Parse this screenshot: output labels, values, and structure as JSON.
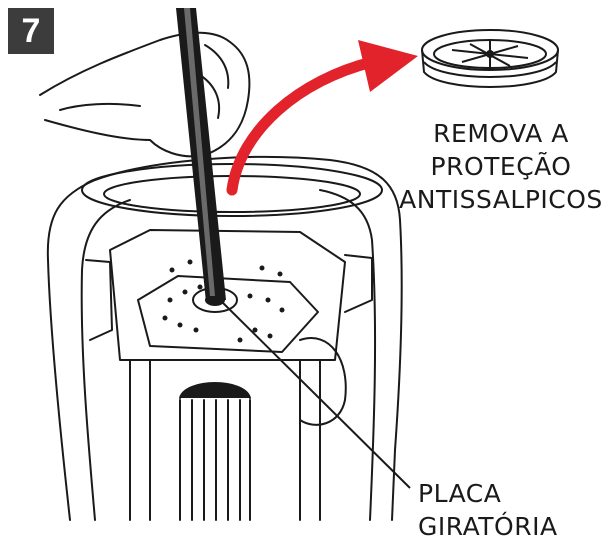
{
  "step": {
    "number": "7"
  },
  "labels": {
    "splash_guard": [
      "REMOVA A",
      "PROTEÇÃO",
      "ANTISSALPICOS"
    ],
    "turntable": [
      "PLACA",
      "GIRATÓRIA"
    ]
  },
  "colors": {
    "arrow": "#e3232b",
    "ink": "#1a1a1a",
    "badge": "#3c3c3c"
  },
  "icons": {
    "arrow": "curved-arrow-icon"
  }
}
